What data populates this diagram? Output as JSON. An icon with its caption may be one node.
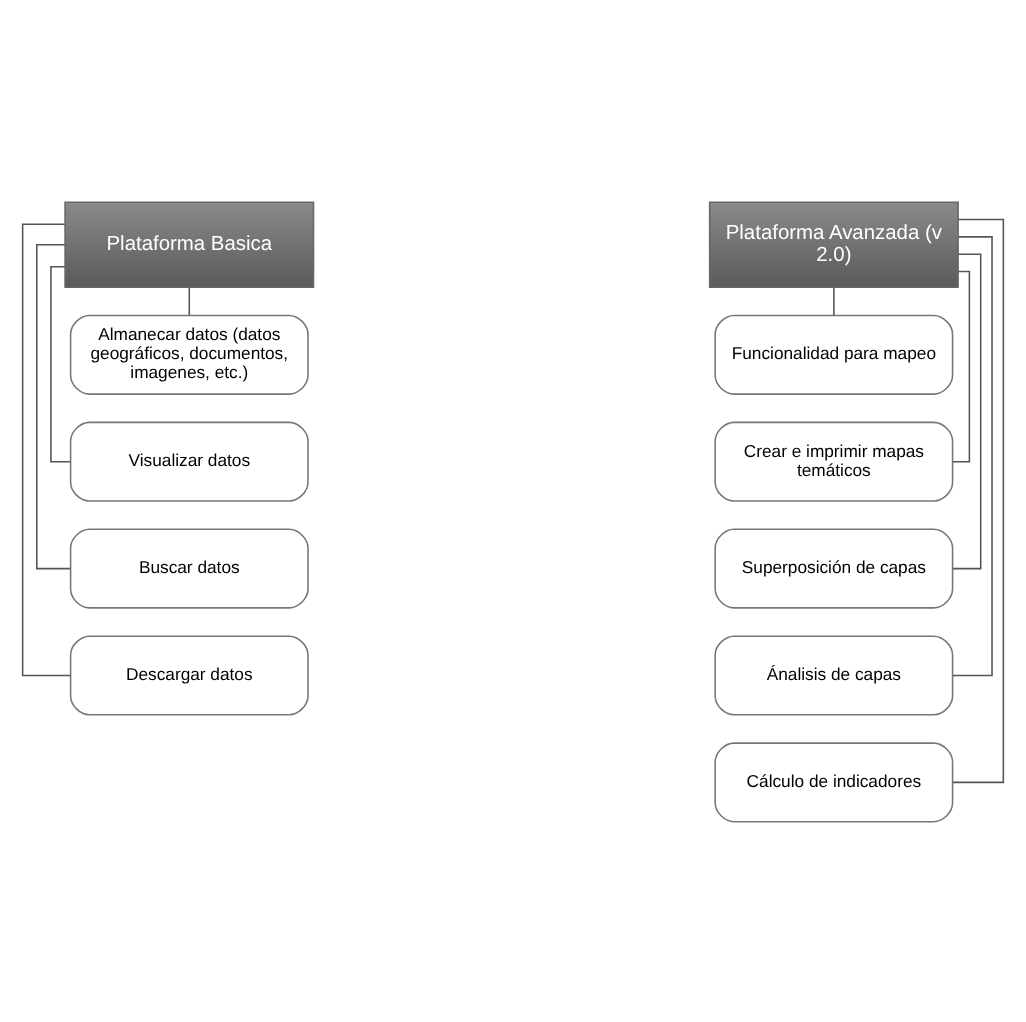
{
  "diagram": {
    "nodes": [
      {
        "text": [
          "Plataforma Basica"
        ]
      },
      {
        "text": [
          "Almanecar datos (datos geográficos, documentos, imagenes, etc.)"
        ]
      },
      {
        "text": [
          "Visualizar datos"
        ]
      },
      {
        "text": [
          "Buscar datos"
        ]
      },
      {
        "text": [
          "Descargar datos"
        ]
      },
      {
        "text": [
          "Plataforma Avanzada (v 2.0)"
        ]
      },
      {
        "text": [
          "Funcionalidad para mapeo"
        ]
      },
      {
        "text": [
          "Crear e imprimir mapas temáticos"
        ]
      },
      {
        "text": [
          "Superposición de capas"
        ]
      },
      {
        "text": [
          "Ánalisis de capas"
        ]
      },
      {
        "text": [
          "Cálculo de indicadores"
        ]
      }
    ],
    "edges": [
      {
        "from": 0,
        "to": 1,
        "arrow": "none"
      },
      {
        "from": 0,
        "to": 2,
        "arrow": "none"
      },
      {
        "from": 0,
        "to": 3,
        "arrow": "none"
      },
      {
        "from": 0,
        "to": 4,
        "arrow": "none"
      },
      {
        "from": 5,
        "to": 6,
        "arrow": "none"
      },
      {
        "from": 5,
        "to": 7,
        "arrow": "none"
      },
      {
        "from": 5,
        "to": 8,
        "arrow": "none"
      },
      {
        "from": 5,
        "to": 9,
        "arrow": "none"
      },
      {
        "from": 5,
        "to": 10,
        "arrow": "none"
      }
    ]
  }
}
